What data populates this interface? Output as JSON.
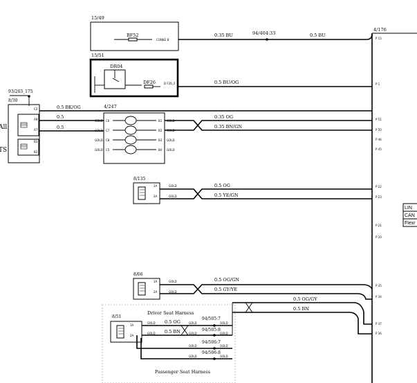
{
  "components": {
    "c1549": {
      "id": "15/49",
      "fuse": "BF52",
      "pin": "CONN2 B"
    },
    "c1551": {
      "id": "15/51",
      "relay": "DR04",
      "fuse": "DF26",
      "pin": "D F26_2"
    },
    "c93": {
      "id": "93/263_175"
    },
    "c830": {
      "id": "8/30",
      "pins": [
        "C2",
        "A9",
        "A7",
        "B3",
        "B2"
      ],
      "partial": [
        "All",
        "TS"
      ]
    },
    "c4247": {
      "id": "4/247",
      "pins_left": [
        "C6",
        "C7",
        "C8",
        "C5"
      ],
      "pins_right": [
        "B1",
        "B2",
        "B3",
        "B4"
      ],
      "gold": "GOLD"
    },
    "c4176": {
      "id": "4/176",
      "pins": [
        "P 15",
        "P 1",
        "P 51",
        "P 50",
        "P 46",
        "P 45",
        "P 22",
        "P 23",
        "P 21",
        "P 20",
        "P 35",
        "P 34",
        "P 37",
        "P 36"
      ]
    },
    "c8135": {
      "id": "8/135",
      "pins": [
        "1A",
        "2A"
      ]
    },
    "c866": {
      "id": "8/66",
      "pins": [
        "1A",
        "2A"
      ]
    },
    "c851": {
      "id": "8/51",
      "pins": [
        "1A",
        "2A"
      ]
    }
  },
  "wires": {
    "w1": "0.35 BU",
    "w1b": "0.5 BU",
    "splice1": "94/404:33",
    "w2": "0.5 BU/OG",
    "w3": "0.5 BK/OG",
    "w4": "0.5",
    "w5": "0.5",
    "w6": "0.35 OG",
    "w7": "0.35 BN/GN",
    "w8": "0.5 OG",
    "w9": "0.5 YE/GN",
    "w10": "0.5 OG/GN",
    "w11": "0.5 GY/YE",
    "w12": "0.5 OG/GY",
    "w13": "0.5 BN",
    "w14": "0.5 OG",
    "w15": "0.5 BN",
    "splice2": "94/505:7",
    "splice3": "94/505:8",
    "splice4": "94/506:7",
    "splice5": "94/506:8"
  },
  "labels": {
    "gold": "GOLD",
    "driver_harness": "Driver Seat Harness",
    "passenger_harness": "Passenger Seat Harness"
  },
  "legend": [
    "LIN",
    "CAN",
    "Flexr"
  ]
}
